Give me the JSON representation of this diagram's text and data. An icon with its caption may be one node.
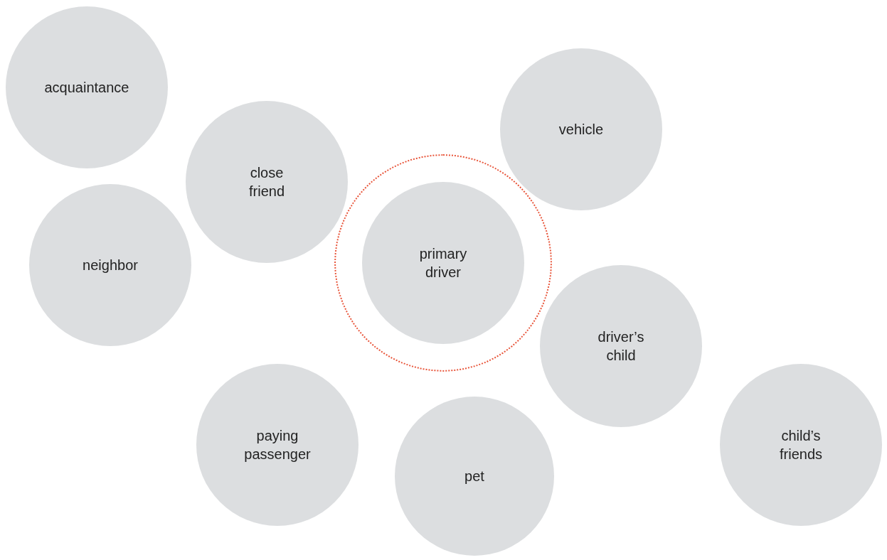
{
  "diagram": {
    "nodes": [
      {
        "text": [
          "acquaintance"
        ]
      },
      {
        "text": [
          "vehicle"
        ]
      },
      {
        "text": [
          "close friend"
        ]
      },
      {
        "text": [],
        "shape": "circle"
      },
      {
        "text": [
          "primary driver"
        ],
        "in": 3
      },
      {
        "text": [
          "neighbor"
        ]
      },
      {
        "text": [
          "driver’s child"
        ]
      },
      {
        "text": [
          "paying passenger"
        ]
      },
      {
        "text": [
          "child’s friends"
        ]
      },
      {
        "text": [
          "pet"
        ]
      }
    ]
  }
}
